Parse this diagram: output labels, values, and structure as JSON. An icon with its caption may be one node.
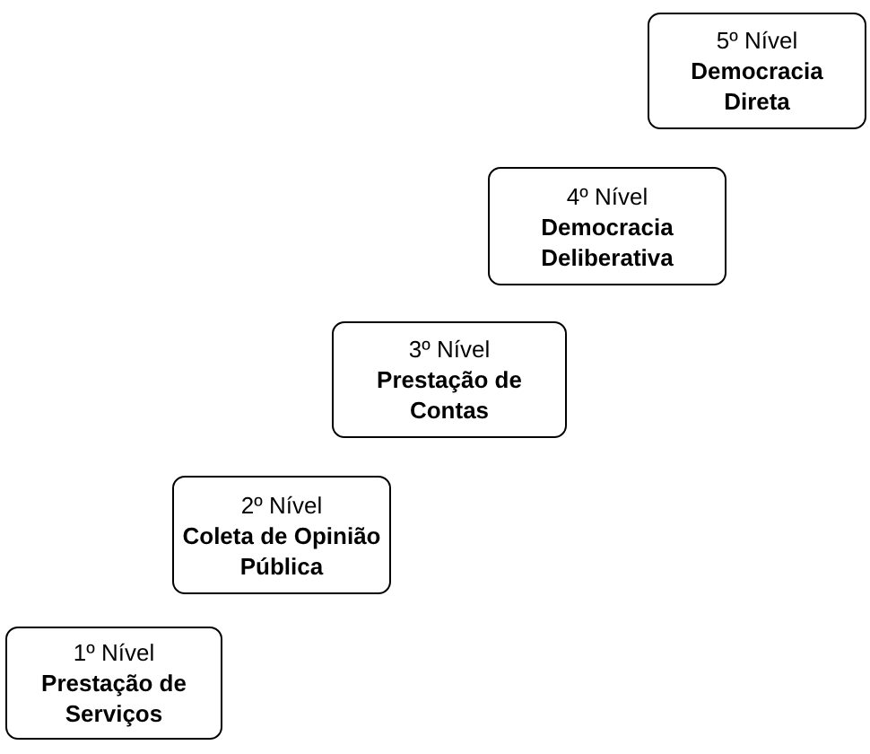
{
  "diagram": {
    "nodes": [
      {
        "text": [
          "1º Nível",
          "Prestação de Serviços"
        ]
      },
      {
        "text": [
          "2º Nível",
          "Coleta de Opinião Pública"
        ]
      },
      {
        "text": [
          "3º Nível",
          "Prestação de Contas"
        ]
      },
      {
        "text": [
          "4º Nível",
          "Democracia Deliberativa"
        ]
      },
      {
        "text": [
          "5º Nível",
          "Democracia Direta"
        ]
      }
    ]
  }
}
